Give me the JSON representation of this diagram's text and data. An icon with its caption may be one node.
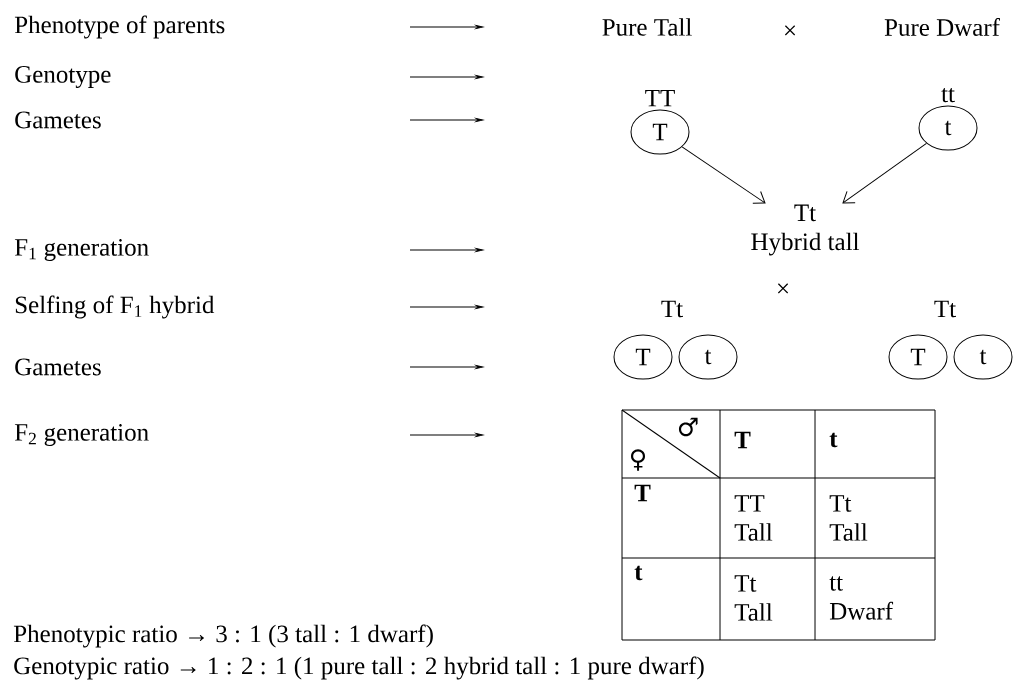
{
  "diagram": {
    "nodes": [
      {
        "text": [
          "Phenotype of parents"
        ]
      },
      {
        "text": [
          "Genotype"
        ]
      },
      {
        "text": [
          "Gametes"
        ]
      },
      {
        "text": [
          "F$_{1}$ generation"
        ]
      },
      {
        "text": [
          "Selfing of F$_{1}$ hybrid"
        ]
      },
      {
        "text": [
          "Gametes"
        ]
      },
      {
        "text": [
          "F$_{2}$ generation"
        ]
      },
      {
        "text": [
          "T"
        ],
        "beside": [
          "TT"
        ]
      },
      {
        "text": [
          "t"
        ],
        "beside": [
          "tt"
        ]
      },
      {
        "text": [
          "Tt",
          "Hybrid tall"
        ]
      },
      {
        "text": [
          "T"
        ]
      },
      {
        "text": [
          "t"
        ]
      },
      {
        "text": [
          "T"
        ]
      },
      {
        "text": [
          "t"
        ]
      }
    ],
    "edges": [
      {
        "from": 7,
        "to": 9,
        "arrow": "to"
      },
      {
        "from": 8,
        "to": 9,
        "arrow": "to"
      }
    ],
    "labels": [
      "Pure Tall",
      "×",
      "Pure Dwarf",
      "Tt",
      "×",
      "Tt",
      "♂",
      "♀",
      "T",
      "t",
      "T",
      "TT Tall",
      "Tt Tall",
      "t",
      "Tt Tall",
      "tt Dwarf",
      "Phenotypic ratio → 3 : 1 (3 tall : 1 dwarf)",
      "Genotypic ratio → 1 : 2 : 1 (1 pure tall : 2 hybrid tall : 1 pure dwarf)"
    ]
  }
}
